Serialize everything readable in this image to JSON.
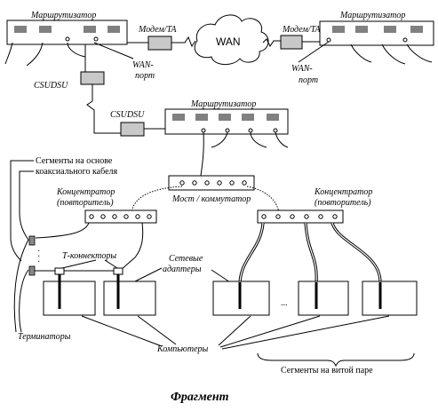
{
  "labels": {
    "router": "Маршрутизатор",
    "modem": "Модем/TA",
    "wan": "WAN",
    "wan_port_1": "WAN-",
    "wan_port_2": "порт",
    "csudsu": "CSUDSU",
    "coax_segments_1": "Сегменты на основе",
    "coax_segments_2": "коаксиального кабеля",
    "hub_1": "Концентратор",
    "hub_2": "(повторитель)",
    "bridge": "Мост / коммутатор",
    "t_connectors": "Т-коннекторы",
    "adapters_1": "Сетевые",
    "adapters_2": "адаптеры",
    "terminators": "Терминаторы",
    "computers": "Компьютеры",
    "twisted_pair_segments": "Сегменты на витой паре",
    "dots_horizontal": "...",
    "caption": "Фрагмент"
  }
}
